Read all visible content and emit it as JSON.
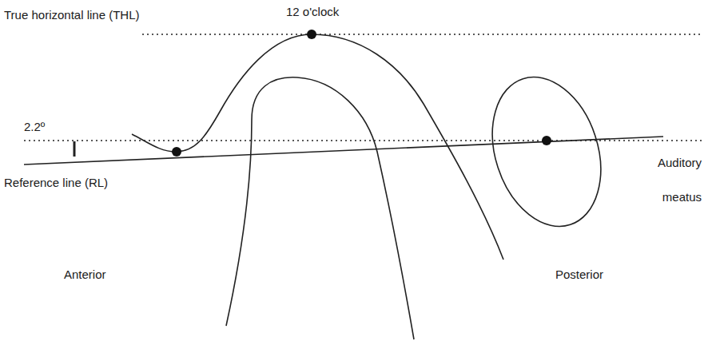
{
  "diagram": {
    "labels": [
      "True horizontal line (THL)",
      "12 o'clock",
      "2.2º",
      "Reference line (RL)",
      "Auditory meatus",
      "Anterior",
      "Posterior"
    ]
  }
}
